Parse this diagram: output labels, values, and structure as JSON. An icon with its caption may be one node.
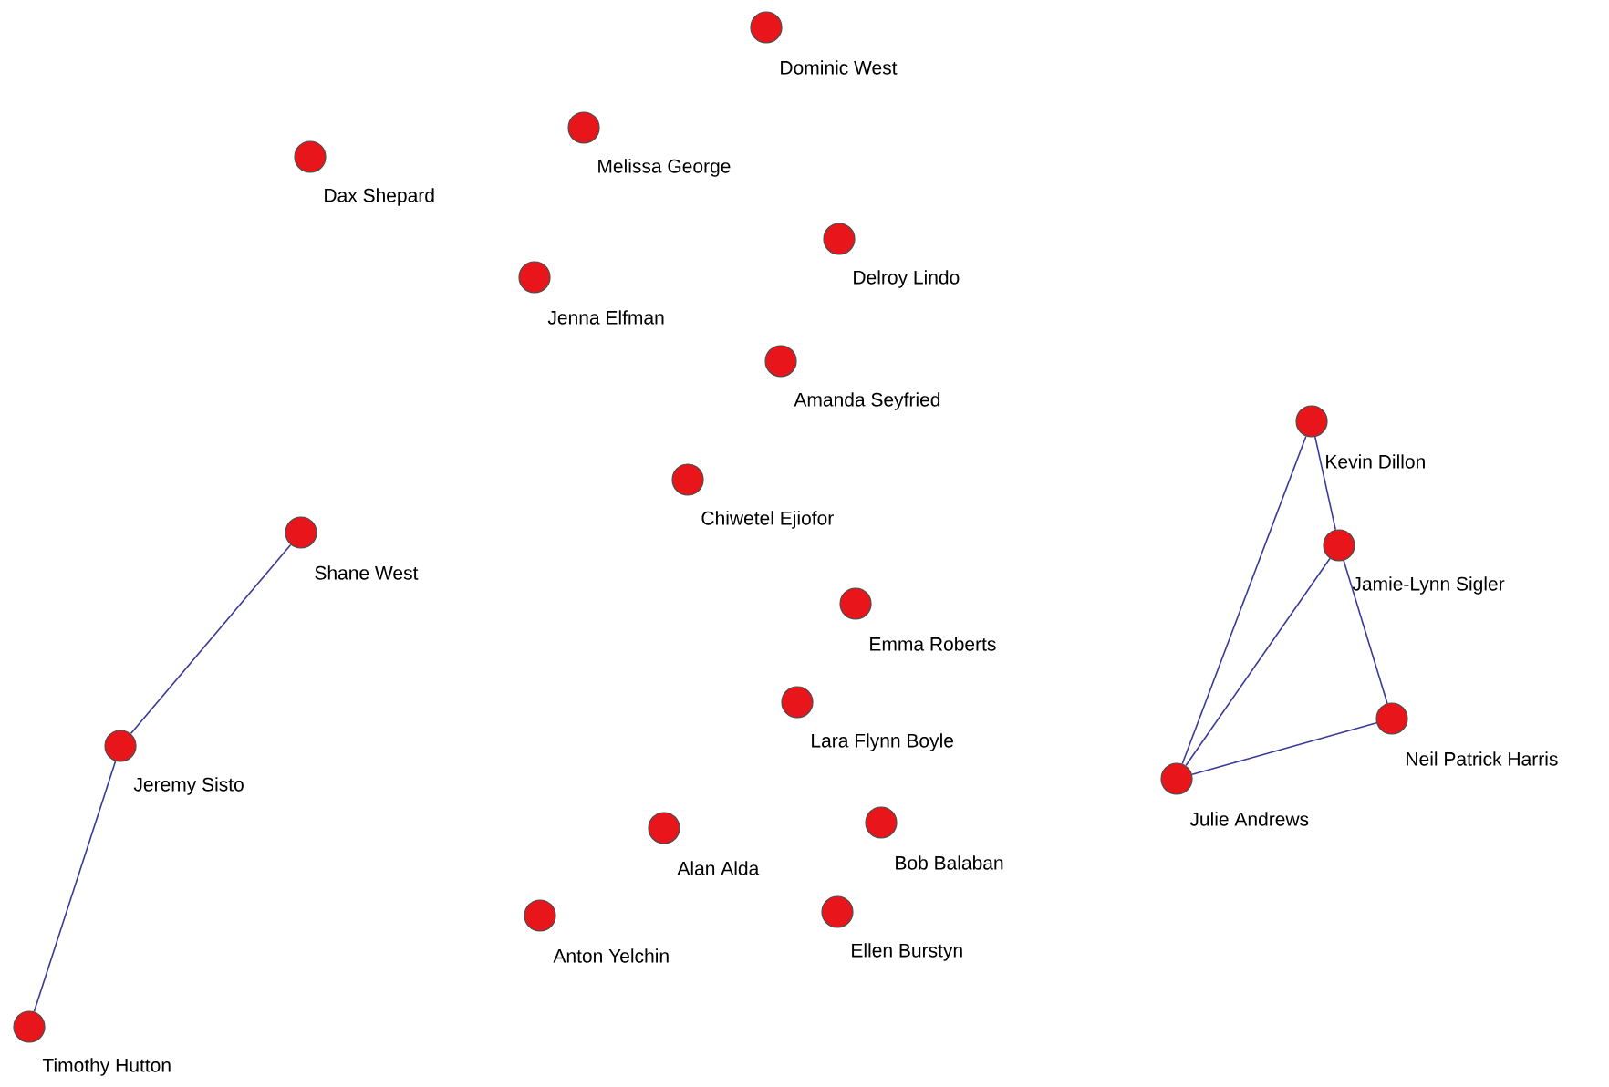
{
  "diagram": {
    "nodes": [
      {
        "text": [],
        "shape": "circle",
        "beside": [
          "Dominic West"
        ]
      },
      {
        "text": [],
        "shape": "circle",
        "beside": [
          "Melissa George"
        ]
      },
      {
        "text": [],
        "shape": "circle",
        "beside": [
          "Dax Shepard"
        ]
      },
      {
        "text": [],
        "shape": "circle",
        "beside": [
          "Delroy Lindo"
        ]
      },
      {
        "text": [],
        "shape": "circle",
        "beside": [
          "Jenna Elfman"
        ]
      },
      {
        "text": [],
        "shape": "circle",
        "beside": [
          "Amanda Seyfried"
        ]
      },
      {
        "text": [],
        "shape": "circle",
        "beside": [
          "Kevin Dillon"
        ]
      },
      {
        "text": [],
        "shape": "circle",
        "beside": [
          "Chiwetel Ejiofor"
        ]
      },
      {
        "text": [],
        "shape": "circle",
        "beside": [
          "Shane West"
        ]
      },
      {
        "text": [],
        "shape": "circle",
        "beside": [
          "Jamie-Lynn Sigler"
        ]
      },
      {
        "text": [],
        "shape": "circle",
        "beside": [
          "Emma Roberts"
        ]
      },
      {
        "text": [],
        "shape": "circle",
        "beside": [
          "Lara Flynn Boyle"
        ]
      },
      {
        "text": [],
        "shape": "circle",
        "beside": [
          "Neil Patrick Harris"
        ]
      },
      {
        "text": [],
        "shape": "circle",
        "beside": [
          "Jeremy Sisto"
        ]
      },
      {
        "text": [],
        "shape": "circle",
        "beside": [
          "Julie Andrews"
        ]
      },
      {
        "text": [],
        "shape": "circle",
        "beside": [
          "Alan Alda"
        ]
      },
      {
        "text": [],
        "shape": "circle",
        "beside": [
          "Bob Balaban"
        ]
      },
      {
        "text": [],
        "shape": "circle",
        "beside": [
          "Anton Yelchin"
        ]
      },
      {
        "text": [],
        "shape": "circle",
        "beside": [
          "Ellen Burstyn"
        ]
      },
      {
        "text": [],
        "shape": "circle",
        "beside": [
          "Timothy Hutton"
        ]
      }
    ],
    "edges": [
      {
        "from": 8,
        "to": 13,
        "arrow": "none"
      },
      {
        "from": 13,
        "to": 19,
        "arrow": "none"
      },
      {
        "from": 6,
        "to": 9,
        "arrow": "none"
      },
      {
        "from": 6,
        "to": 14,
        "arrow": "none"
      },
      {
        "from": 9,
        "to": 12,
        "arrow": "none"
      },
      {
        "from": 9,
        "to": 14,
        "arrow": "none"
      },
      {
        "from": 12,
        "to": 14,
        "arrow": "none"
      }
    ]
  }
}
